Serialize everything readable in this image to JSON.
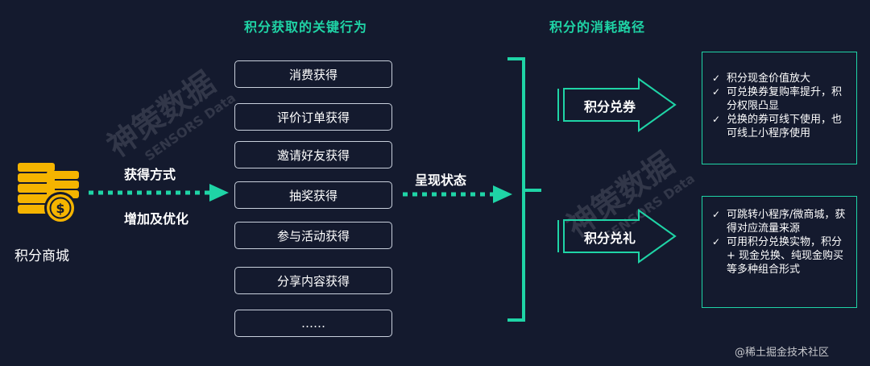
{
  "headings": {
    "acquire": "积分获取的关键行为",
    "consume": "积分的消耗路径"
  },
  "source": {
    "icon": "coins-stack-icon",
    "label": "积分商城"
  },
  "left_arrow": {
    "top_text": "获得方式",
    "bottom_text": "增加及优化"
  },
  "behaviors": [
    "消费获得",
    "评价订单获得",
    "邀请好友获得",
    "抽奖获得",
    "参与活动获得",
    "分享内容获得",
    "……"
  ],
  "mid_arrow": {
    "text": "呈现状态"
  },
  "paths": [
    {
      "label": "积分兑券",
      "notes": [
        "积分现金价值放大",
        "可兑换券复购率提升，积分权限凸显",
        "兑换的券可线下使用，也可线上小程序使用"
      ]
    },
    {
      "label": "积分兑礼",
      "notes": [
        "可跳转小程序/微商城，获得对应流量来源",
        "可用积分兑换实物，积分 + 现金兑换、纯现金购买等多种组合形式"
      ]
    }
  ],
  "watermark": {
    "cn": "神策数据",
    "en": "SENSORS Data"
  },
  "credit": "@稀土掘金技术社区",
  "colors": {
    "background": "#141a2e",
    "accent": "#1fd4a6",
    "coin": "#f5b400"
  }
}
